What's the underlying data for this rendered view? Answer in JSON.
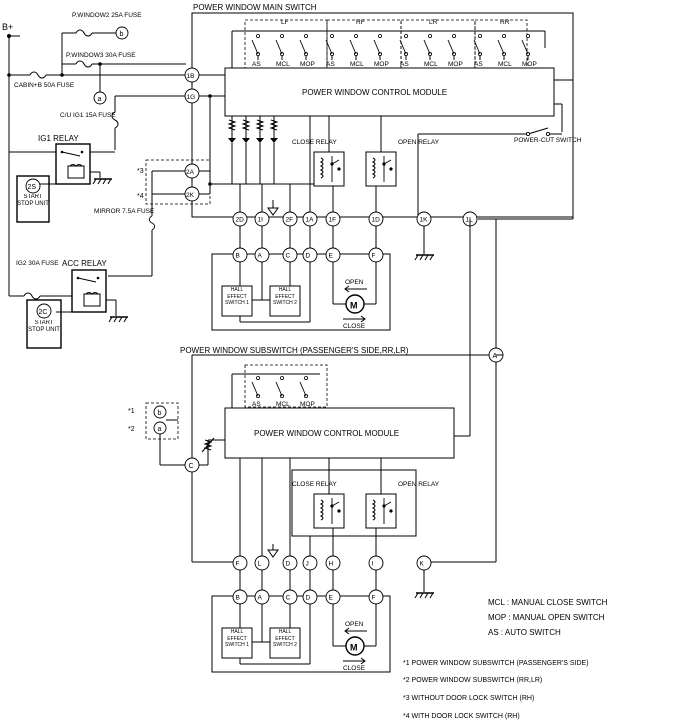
{
  "main_switch": {
    "title": "POWER WINDOW MAIN SWITCH",
    "module": "POWER WINDOW CONTROL MODULE",
    "groups": [
      "LF",
      "RF",
      "LR",
      "RR"
    ],
    "switch_labels": [
      "AS",
      "MCL",
      "MOP"
    ],
    "close_relay": "CLOSE RELAY",
    "open_relay": "OPEN RELAY",
    "power_cut": "POWER-CUT SWITCH",
    "connectors_left": [
      "1B",
      "1G",
      "2A",
      "2K"
    ],
    "connectors_bottom": [
      "2D",
      "1I",
      "2F",
      "1A",
      "1F",
      "1D",
      "1K",
      "1L"
    ]
  },
  "power": {
    "battery": "B+",
    "fuses": [
      {
        "label": "P.WINDOW2 25A FUSE",
        "marker": "b"
      },
      {
        "label": "P.WINDOW3 30A FUSE",
        "marker": "a"
      },
      {
        "label": "CABIN+B 50A FUSE"
      },
      {
        "label": "C/U IG1 15A FUSE"
      },
      {
        "label": "MIRROR 7.5A FUSE"
      },
      {
        "label": "IG2 30A FUSE"
      }
    ],
    "ig1_relay": "IG1 RELAY",
    "acc_relay": "ACC RELAY",
    "ssu_ig1": {
      "code": "2S",
      "label": "START STOP UNIT"
    },
    "ssu_acc": {
      "code": "2C",
      "label": "START STOP UNIT"
    },
    "note_refs": [
      "*3",
      "*4"
    ]
  },
  "motor_main": {
    "pins_top": [
      "B",
      "A",
      "C",
      "D",
      "E",
      "F"
    ],
    "hall1": "HALL EFFECT SWITCH 1",
    "hall2": "HALL EFFECT SWITCH 2",
    "motor": "M",
    "open": "OPEN",
    "close": "CLOSE"
  },
  "subswitch": {
    "title": "POWER WINDOW SUBSWITCH (PASSENGER'S SIDE,RR,LR)",
    "module": "POWER WINDOW CONTROL MODULE",
    "switch_labels": [
      "AS",
      "MCL",
      "MOP"
    ],
    "close_relay": "CLOSE RELAY",
    "open_relay": "OPEN RELAY",
    "connector_a": "A",
    "connector_c": "C",
    "inputs": [
      {
        "ref": "*1",
        "pin": "b"
      },
      {
        "ref": "*2",
        "pin": "a"
      }
    ],
    "connectors_bottom": [
      "F",
      "L",
      "D",
      "J",
      "H",
      "I",
      "K"
    ]
  },
  "motor_sub": {
    "pins_top": [
      "B",
      "A",
      "C",
      "D",
      "E",
      "F"
    ],
    "hall1": "HALL EFFECT SWITCH 1",
    "hall2": "HALL EFFECT SWITCH 2",
    "motor": "M",
    "open": "OPEN",
    "close": "CLOSE"
  },
  "legend": [
    "MCL : MANUAL CLOSE SWITCH",
    "MOP : MANUAL OPEN SWITCH",
    "AS : AUTO SWITCH"
  ],
  "notes": [
    "*1 POWER WINDOW SUBSWITCH (PASSENGER'S SIDE)",
    "*2 POWER WINDOW SUBSWITCH (RR,LR)",
    "*3 WITHOUT DOOR LOCK SWITCH (RH)",
    "*4 WITH DOOR LOCK SWITCH (RH)"
  ]
}
